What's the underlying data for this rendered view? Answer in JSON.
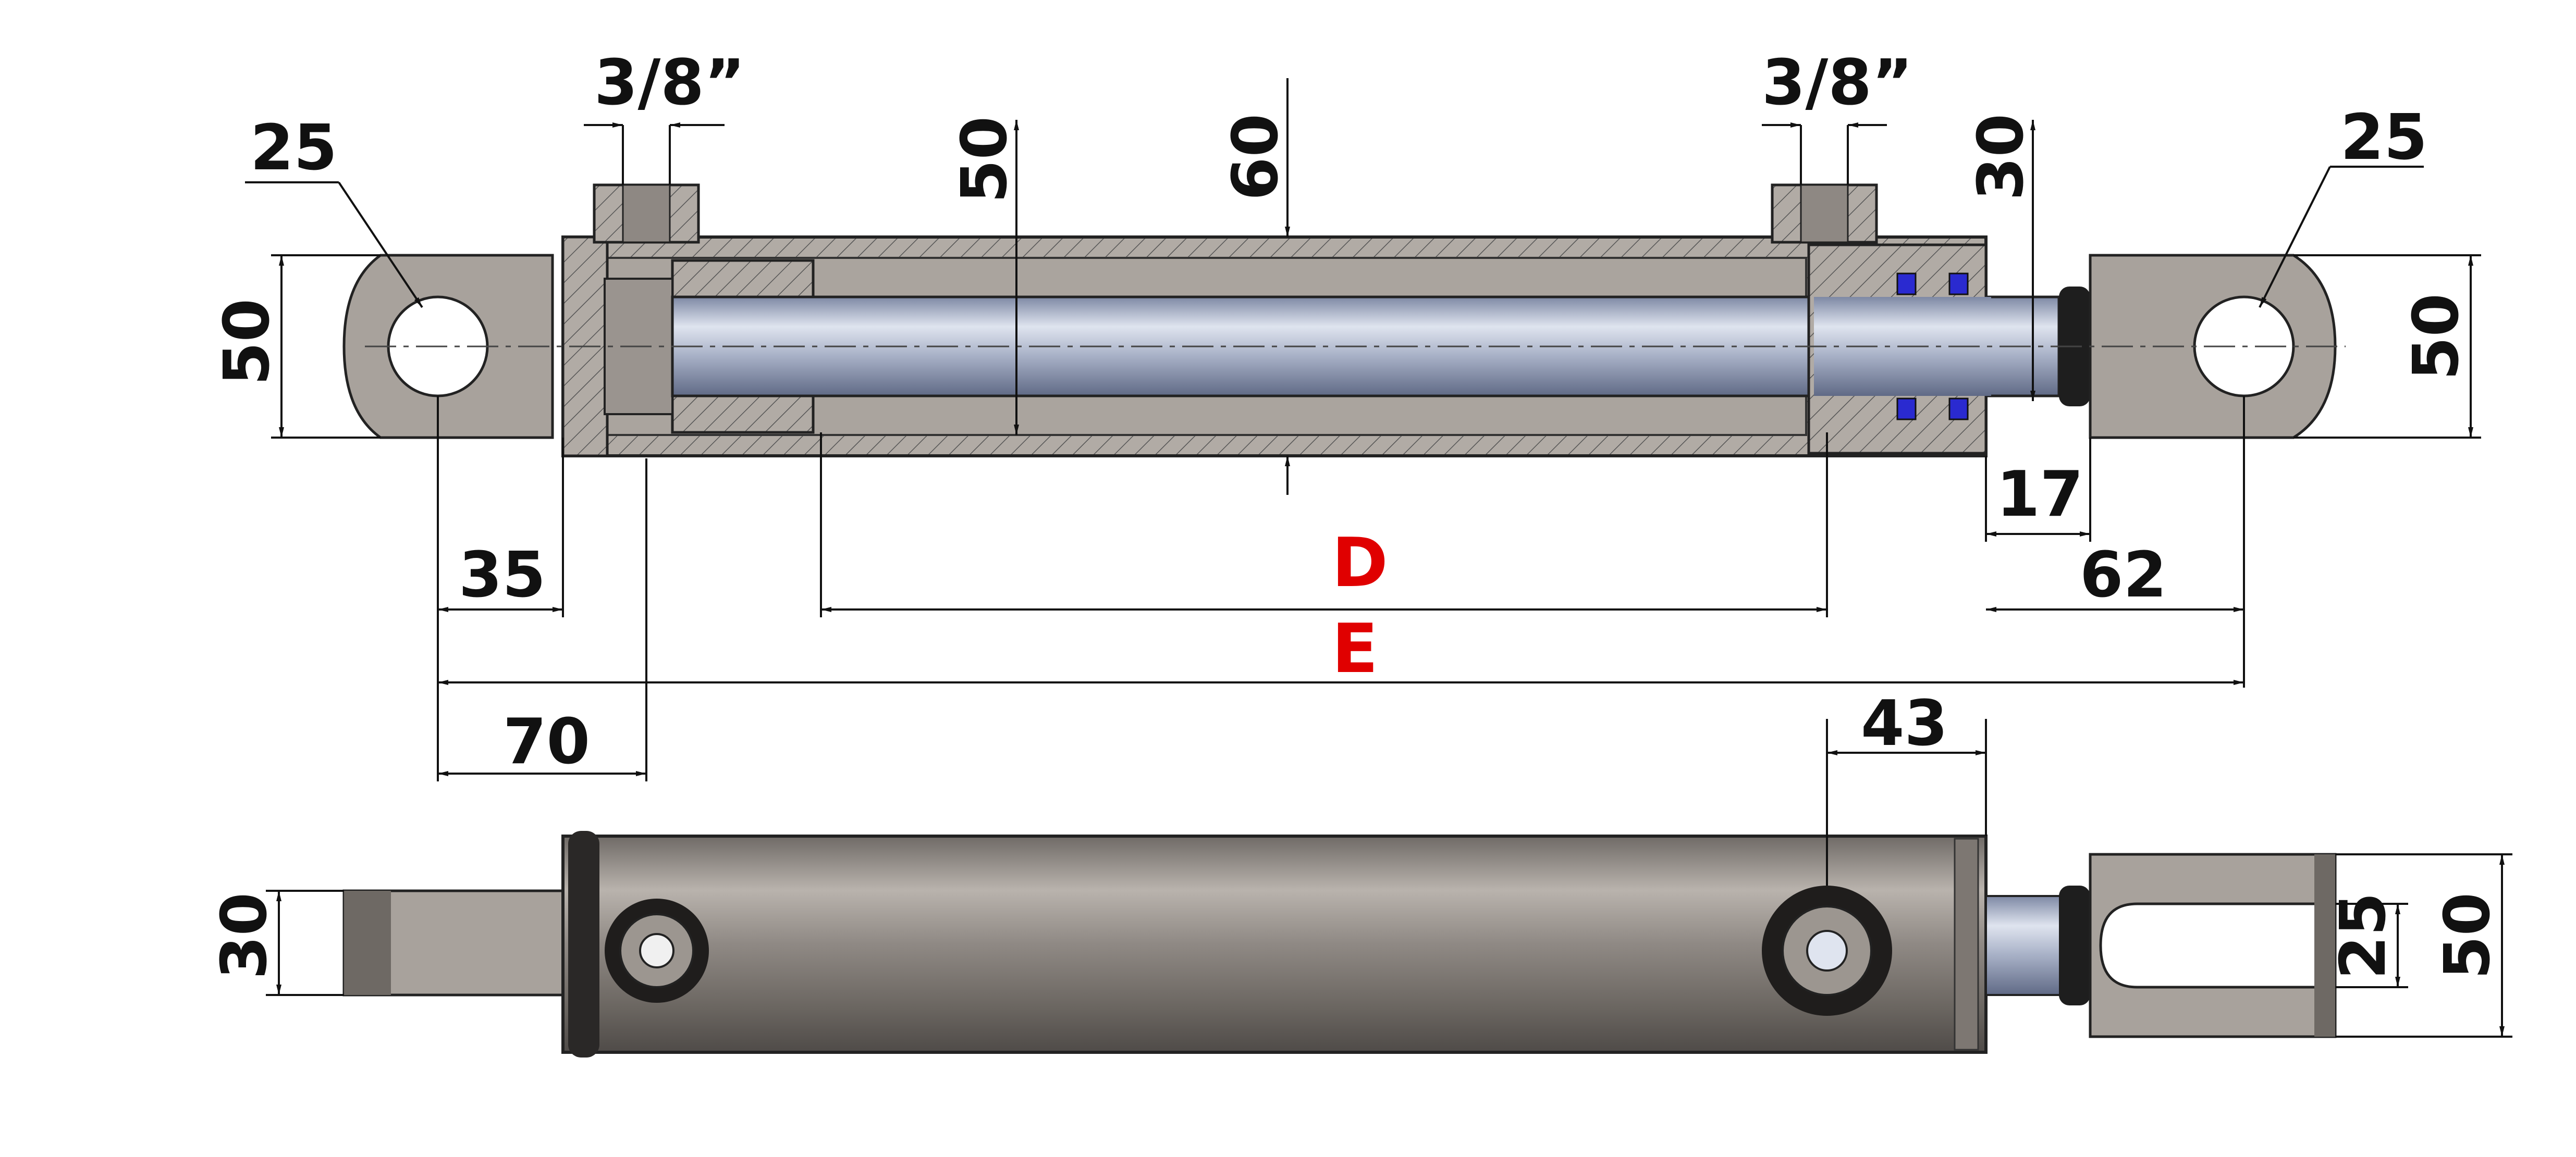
{
  "dimensions": {
    "port_thread_left": "3/8”",
    "port_thread_right": "3/8”",
    "eye_hole_left": "25",
    "eye_hole_right": "25",
    "eye_height_left": "50",
    "eye_height_right": "50",
    "piston_diameter": "50",
    "barrel_diameter": "60",
    "rod_diameter": "30",
    "rod_step": "17",
    "rod_eye_length": "62",
    "base_eye_length": "35",
    "base_port_offset": "70",
    "stroke_label": "D",
    "overall_label": "E",
    "port_to_head": "43",
    "base_tang_width": "30",
    "clevis_slot": "25",
    "clevis_height": "50"
  },
  "colors": {
    "label_red": "#e00000",
    "steel": "#9aa0a8",
    "rod": "#aab4c8",
    "outline": "#111111",
    "seal": "#2a2ad0"
  }
}
